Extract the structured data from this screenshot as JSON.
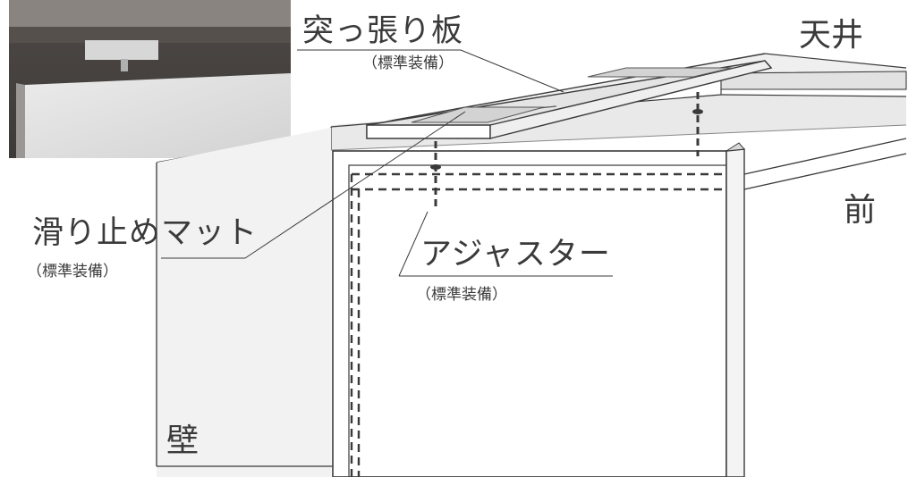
{
  "labels": {
    "brace_board": "突っ張り板",
    "brace_board_note": "（標準装備）",
    "anti_slip_mat": "滑り止めマット",
    "anti_slip_mat_note": "（標準装備）",
    "adjuster": "アジャスター",
    "adjuster_note": "（標準装備）",
    "ceiling": "天井",
    "front": "前",
    "wall": "壁"
  }
}
